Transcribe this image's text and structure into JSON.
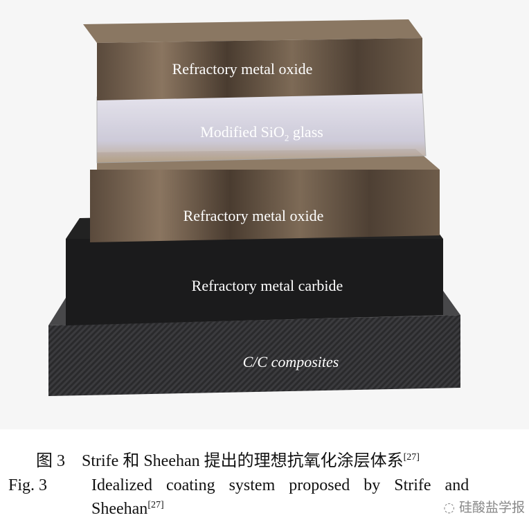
{
  "figure": {
    "layers": [
      {
        "name": "Refractory metal oxide"
      },
      {
        "name": "Modified SiO",
        "sub": "2",
        "rest": " glass"
      },
      {
        "name": "Refractory metal oxide"
      },
      {
        "name": "Refractory metal carbide"
      },
      {
        "name": "C/C composites"
      }
    ]
  },
  "caption": {
    "cn_label": "图 3",
    "cn_text": "Strife 和 Sheehan 提出的理想抗氧化涂层体系",
    "cn_ref": "[27]",
    "en_label": "Fig. 3",
    "en_text": "Idealized coating system proposed by Strife and",
    "en_text2": "Sheehan",
    "en_ref": "[27]"
  },
  "watermark": "硅酸盐学报"
}
